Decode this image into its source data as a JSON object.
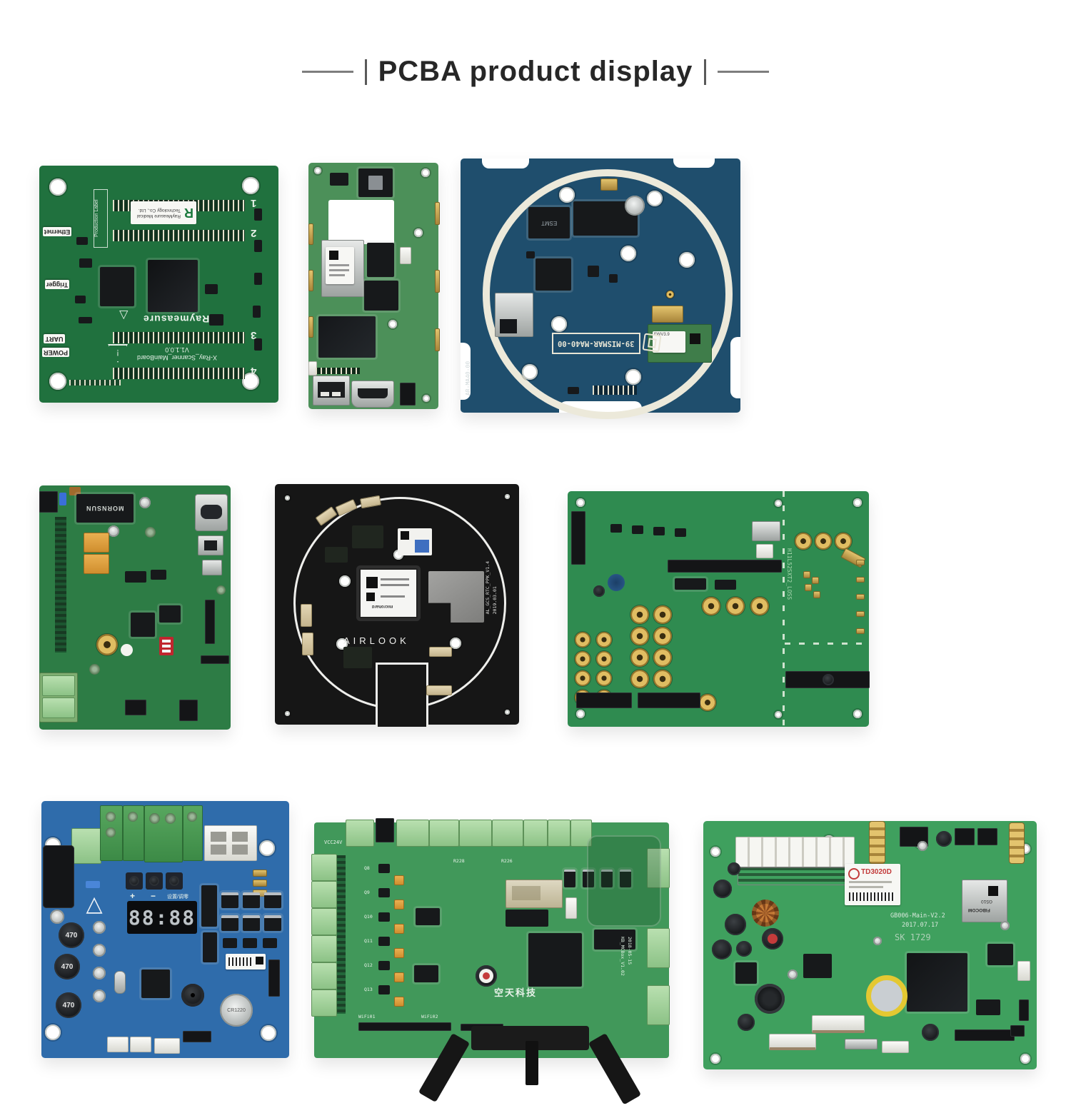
{
  "page": {
    "background": "#ffffff"
  },
  "title": {
    "text": "PCBA product display"
  },
  "board1": {
    "ports": [
      "Ethernet",
      "Trigger",
      "UART",
      "POWER"
    ],
    "production_label": "Production Label",
    "logo_letter": "R",
    "sticker_line1": "RayMeasure Medical",
    "sticker_line2": "Technology Co., Ltd.",
    "brand": "Raymeasure",
    "name": "X-Ray_Scanner_MainBoard",
    "version": "V1.1.0.0",
    "slots": [
      "1",
      "2",
      "3",
      "4"
    ],
    "warning_glyph": "!"
  },
  "board3": {
    "code": "39-MISMAR-MA40-00",
    "edge_code": "AR-MA40-00",
    "chip_brand": "ESMT",
    "module_text": "FWV3.9"
  },
  "board4": {
    "module_brand": "MORNSUN"
  },
  "board5": {
    "brand": "AIRLOOK",
    "side_code": "AL_GCS_RTC_PPK_V1.4",
    "side_date": "2019.03.01",
    "module_brand": "microhard"
  },
  "board6": {
    "code": "H11L52SXT2_LOSS"
  },
  "board7": {
    "inductor_value": "470",
    "display_value": "88:88",
    "button_plus": "+",
    "button_minus": "−",
    "button_caption": "设置/调零",
    "battery_model": "CR1220"
  },
  "board8": {
    "vcc_label": "VCC24V",
    "brand_cn": "空天科技",
    "side_code": "KB_MCBox_V1.02",
    "side_date": "2018-05-15",
    "q_labels": [
      "Q8",
      "Q9",
      "Q10",
      "Q11",
      "Q12",
      "Q13"
    ],
    "r_labels": [
      "R228",
      "R226"
    ],
    "wifi_labels": [
      "WiFi01",
      "WiFi02"
    ]
  },
  "board9": {
    "sticker_model": "TD3020D",
    "silk_name": "GB006-Main-V2.2",
    "silk_date": "2017.07.17",
    "silk_lot": "SK 1729",
    "module_brand": "FIBOCOM",
    "module_model": "G510"
  }
}
